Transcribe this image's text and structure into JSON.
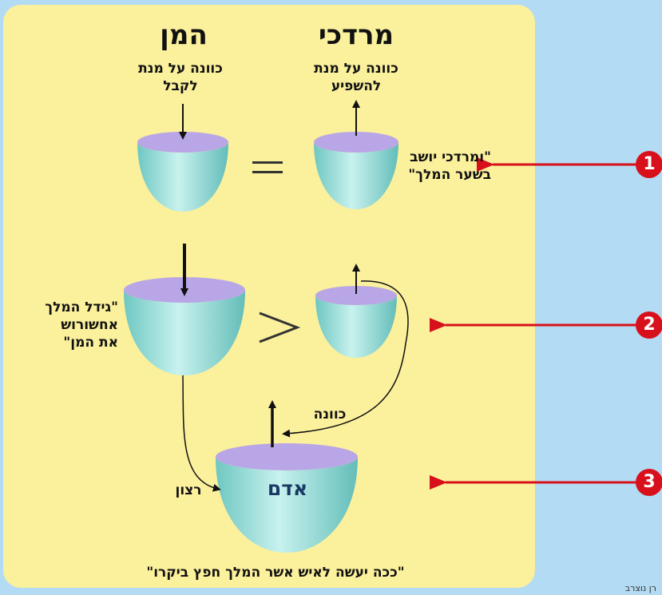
{
  "headers": {
    "right": "מרדכי",
    "left": "המן"
  },
  "intent_labels": {
    "mordechai_line1": "כוונה על מנת",
    "mordechai_line2": "להשפיע",
    "haman_line1": "כוונה על מנת",
    "haman_line2": "לקבל"
  },
  "relations": {
    "equal": "=",
    "greater": ">"
  },
  "quotes": {
    "q1_line1": "\"ומרדכי יושב",
    "q1_line2": "בשער המלך\"",
    "q2_line1": "\"גידל המלך",
    "q2_line2": "אחשורוש",
    "q2_line3": "את המן\"",
    "bottom": "\"ככה יעשה לאיש אשר המלך חפץ ביקרו\""
  },
  "labels": {
    "kavana": "כוונה",
    "ratzon": "רצון",
    "adam": "אדם"
  },
  "badges": [
    "1",
    "2",
    "3"
  ],
  "credit": "רן נוצרב",
  "colors": {
    "background": "#b3dbf3",
    "panel": "#fbf09c",
    "bowl": "#9fe0dc",
    "bowl_top": "#b9a6e6",
    "arrow_red": "#d8101b"
  }
}
